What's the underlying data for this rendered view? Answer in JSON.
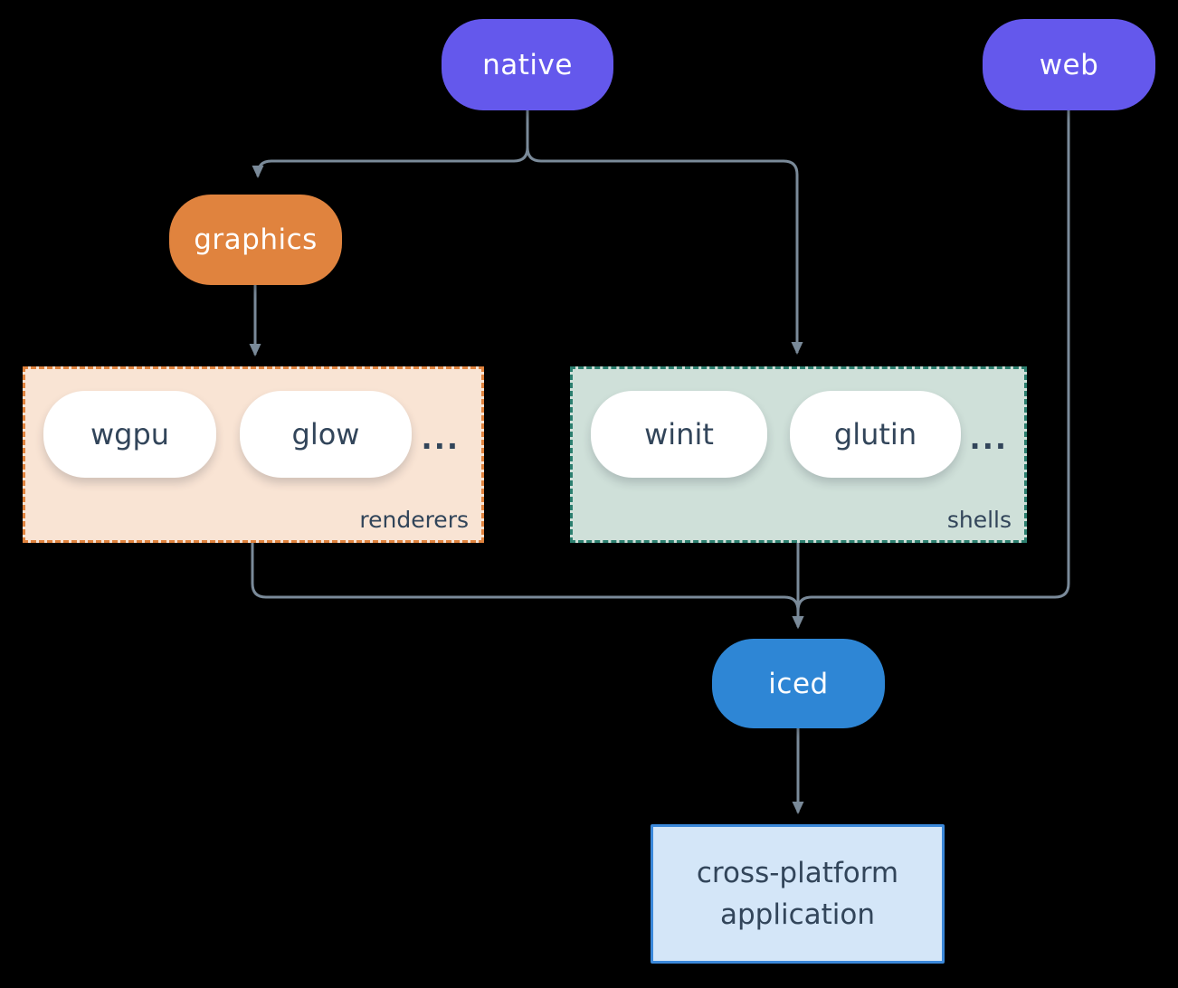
{
  "diagram": {
    "nodes": {
      "native": "native",
      "web": "web",
      "graphics": "graphics",
      "iced": "iced",
      "application": "cross-platform application"
    },
    "groups": {
      "renderers": {
        "label": "renderers",
        "items": [
          "wgpu",
          "glow"
        ],
        "more": "..."
      },
      "shells": {
        "label": "shells",
        "items": [
          "winit",
          "glutin"
        ],
        "more": "..."
      }
    },
    "colors": {
      "background": "#000000",
      "purple": "#6458ec",
      "orange": "#e0833e",
      "blue": "#2e86d5",
      "renderers_bg": "#f9e4d4",
      "renderers_border": "#e0833e",
      "shells_bg": "#cfe0d9",
      "shells_border": "#2c7f6f",
      "app_bg": "#d4e6f8",
      "app_border": "#3b88da",
      "line": "#7a8a99",
      "dark_text": "#32455a",
      "light_text": "#ffffff"
    }
  }
}
